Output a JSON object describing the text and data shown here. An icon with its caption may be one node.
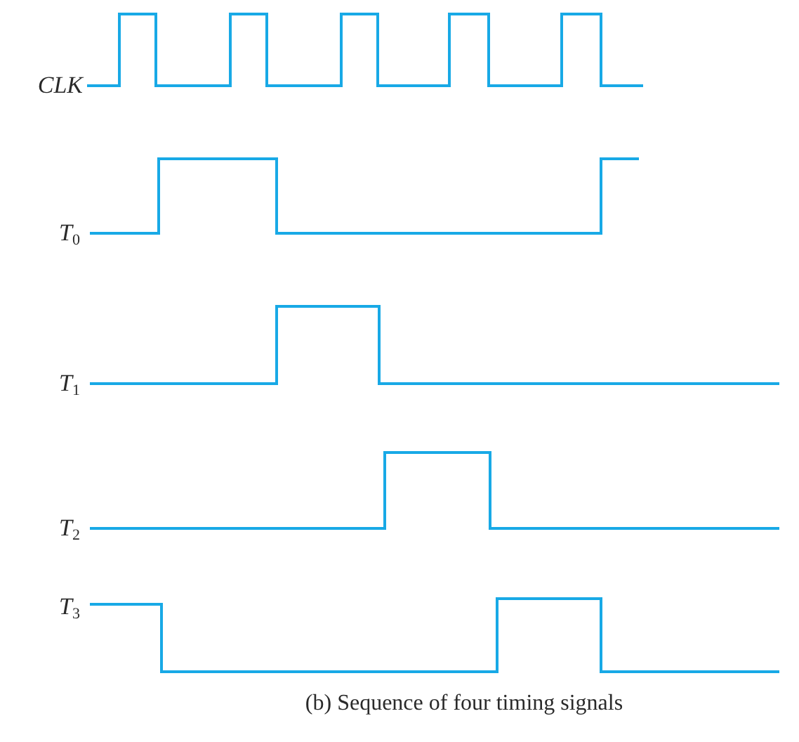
{
  "diagram": {
    "caption": "(b) Sequence of four timing signals",
    "labels": [
      "CLK",
      "T$_{0}$",
      "T$_{1}$",
      "T$_{2}$",
      "T$_{3}$"
    ]
  }
}
